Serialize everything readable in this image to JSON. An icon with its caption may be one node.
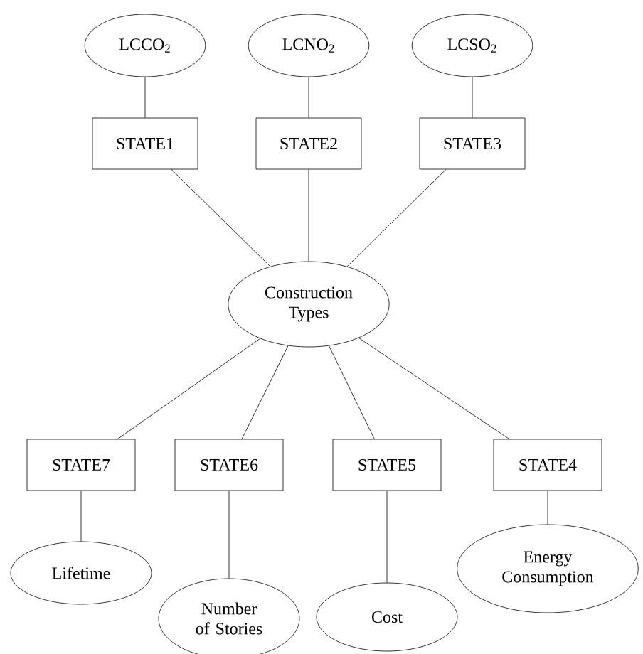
{
  "diagram": {
    "nodes": [
      {
        "text": [
          "LCCO$_{2}$"
        ]
      },
      {
        "text": [
          "LCNO$_{2}$"
        ]
      },
      {
        "text": [
          "LCSO$_{2}$"
        ]
      },
      {
        "text": [
          "STATE1"
        ]
      },
      {
        "text": [
          "STATE2"
        ]
      },
      {
        "text": [
          "STATE3"
        ]
      },
      {
        "text": [
          "Construction Types"
        ]
      },
      {
        "text": [
          "STATE7"
        ]
      },
      {
        "text": [
          "STATE6"
        ]
      },
      {
        "text": [
          "STATE5"
        ]
      },
      {
        "text": [
          "STATE4"
        ]
      },
      {
        "text": [
          "Lifetime"
        ]
      },
      {
        "text": [
          "Number of Stories"
        ]
      },
      {
        "text": [
          "Cost"
        ]
      },
      {
        "text": [
          "Energy Consumption"
        ]
      }
    ],
    "edges": [
      {
        "from": 0,
        "to": 3,
        "arrow": "none"
      },
      {
        "from": 1,
        "to": 4,
        "arrow": "none"
      },
      {
        "from": 2,
        "to": 5,
        "arrow": "none"
      },
      {
        "from": 3,
        "to": 6,
        "arrow": "none"
      },
      {
        "from": 4,
        "to": 6,
        "arrow": "none"
      },
      {
        "from": 5,
        "to": 6,
        "arrow": "none"
      },
      {
        "from": 6,
        "to": 7,
        "arrow": "none"
      },
      {
        "from": 6,
        "to": 8,
        "arrow": "none"
      },
      {
        "from": 6,
        "to": 9,
        "arrow": "none"
      },
      {
        "from": 6,
        "to": 10,
        "arrow": "none"
      },
      {
        "from": 7,
        "to": 11,
        "arrow": "none"
      },
      {
        "from": 8,
        "to": 12,
        "arrow": "none"
      },
      {
        "from": 9,
        "to": 13,
        "arrow": "none"
      },
      {
        "from": 10,
        "to": 14,
        "arrow": "none"
      }
    ]
  }
}
